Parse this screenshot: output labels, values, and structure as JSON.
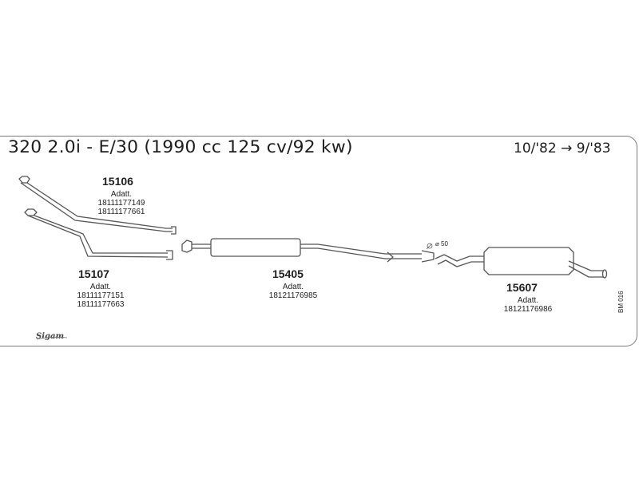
{
  "header": {
    "title": "320 2.0i - E/30 (1990 cc 125 cv/92 kw)",
    "period": "10/'82 → 9/'83"
  },
  "parts": [
    {
      "number": "15106",
      "label": "Adatt.",
      "codes": [
        "18111177149",
        "18111177661"
      ]
    },
    {
      "number": "15107",
      "label": "Adatt.",
      "codes": [
        "18111177151",
        "18111177663"
      ]
    },
    {
      "number": "15405",
      "label": "Adatt.",
      "codes": [
        "18121176985"
      ]
    },
    {
      "number": "15607",
      "label": "Adatt.",
      "codes": [
        "18121176986"
      ]
    }
  ],
  "annotations": {
    "diameter": "⌀ 50",
    "diagram_code": "BM 016"
  },
  "logo": "Sigam"
}
